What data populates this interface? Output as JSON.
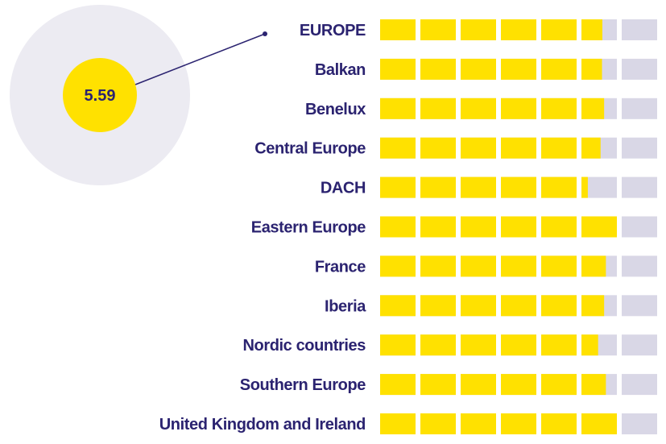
{
  "chart_data": {
    "type": "bar",
    "segments_per_bar": 7,
    "x_max": 7,
    "highlight": {
      "category": "EUROPE",
      "value_label": "5.59"
    },
    "categories": [
      "EUROPE",
      "Balkan",
      "Benelux",
      "Central Europe",
      "DACH",
      "Eastern Europe",
      "France",
      "Iberia",
      "Nordic countries",
      "Southern Europe",
      "United Kingdom and Ireland"
    ],
    "values": [
      5.59,
      5.58,
      5.64,
      5.54,
      5.18,
      6.0,
      5.69,
      5.64,
      5.47,
      5.69,
      6.0
    ]
  },
  "colors": {
    "label_text": "#2b2370",
    "filled": "#ffe100",
    "empty": "#d9d7e6",
    "halo": "#ecebf2",
    "badge": "#ffe100",
    "leader_line": "#2b2370"
  }
}
